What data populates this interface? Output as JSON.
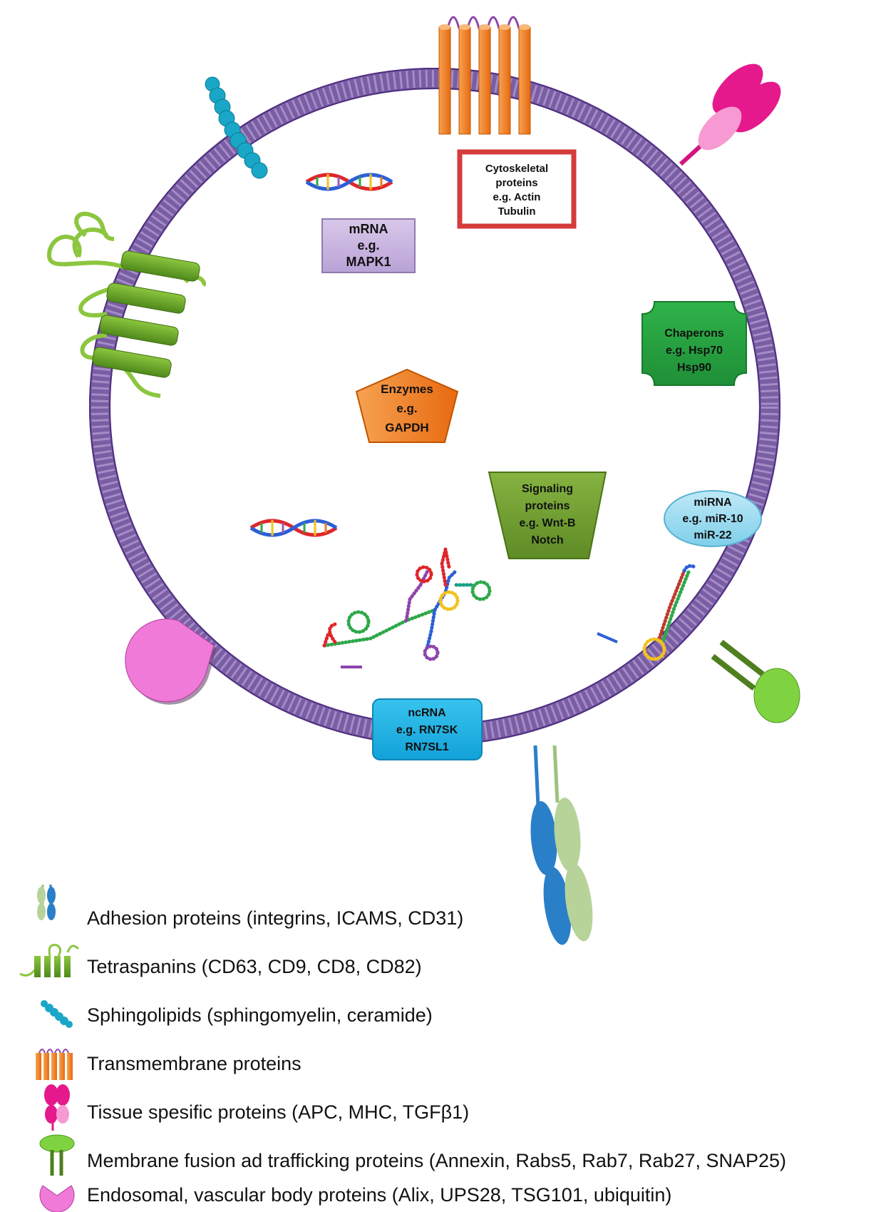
{
  "boxes": {
    "cytoskeletal": [
      "Cytoskeletal",
      "proteins",
      "e.g. Actin",
      "Tubulin"
    ],
    "mrna": [
      "mRNA",
      "e.g.",
      "MAPK1"
    ],
    "chaperons": [
      "Chaperons",
      "e.g. Hsp70",
      "Hsp90"
    ],
    "enzymes": [
      "Enzymes",
      "e.g.",
      "GAPDH"
    ],
    "signaling": [
      "Signaling",
      "proteins",
      "e.g. Wnt-B",
      "Notch"
    ],
    "mirna": [
      "miRNA",
      "e.g. miR-10",
      "miR-22"
    ],
    "ncrna": [
      "ncRNA",
      "e.g. RN7SK",
      "RN7SL1"
    ]
  },
  "legend": [
    {
      "icon": "adhesion-icon",
      "text": "Adhesion proteins (integrins, ICAMS, CD31)"
    },
    {
      "icon": "tetraspanin-icon",
      "text": "Tetraspanins (CD63, CD9, CD8, CD82)"
    },
    {
      "icon": "sphingolipid-icon",
      "text": "Sphingolipids (sphingomyelin, ceramide)"
    },
    {
      "icon": "transmembrane-icon",
      "text": "Transmembrane proteins"
    },
    {
      "icon": "tissue-specific-icon",
      "text": "Tissue spesific proteins (APC, MHC, TGFβ1)"
    },
    {
      "icon": "membrane-fusion-icon",
      "text": "Membrane fusion ad trafficking proteins (Annexin, Rabs5, Rab7, Rab27, SNAP25)"
    },
    {
      "icon": "endosomal-icon",
      "text": "Endosomal, vascular body proteins (Alix, UPS28, TSG101, ubiquitin)"
    }
  ],
  "colors": {
    "membrane": "#6b4c9a",
    "transmembrane": "#f07b1a",
    "tetraspanin": "#6aa12a",
    "sphingolipid": "#1aa7c7",
    "tissue_specific": "#e5198c",
    "fusion": "#7fd340",
    "endosomal": "#f07ad8",
    "adhesion_blue": "#2a7fc9",
    "adhesion_green": "#b7d39a"
  }
}
